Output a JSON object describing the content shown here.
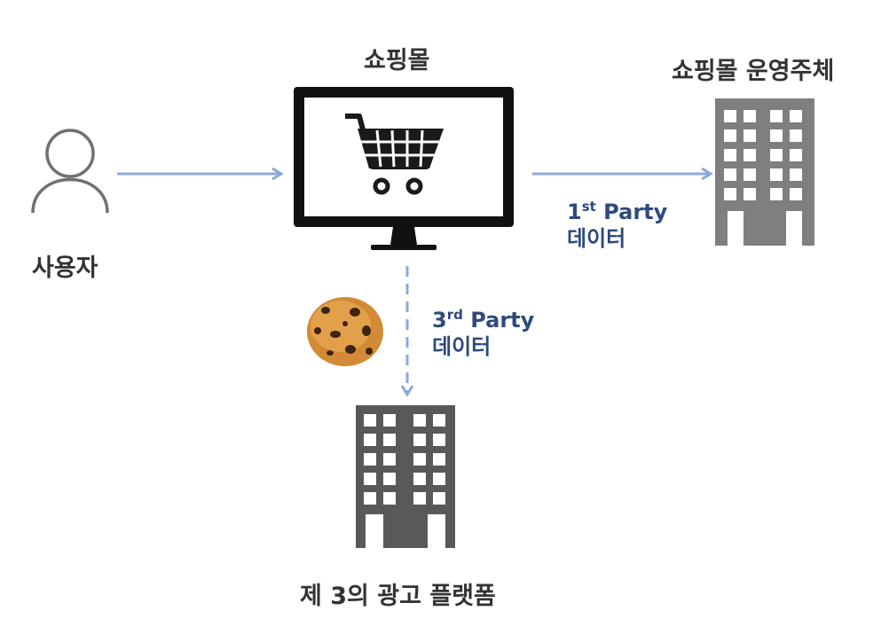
{
  "nodes": {
    "user": "사용자",
    "shop": "쇼핑몰",
    "operator": "쇼핑몰 운영주체",
    "ad_platform": "제 3의 광고 플랫폼"
  },
  "flows": {
    "first_party": {
      "num": "1",
      "sup": "st",
      "word": "Party",
      "line2": "데이터"
    },
    "third_party": {
      "num": "3",
      "sup": "rd",
      "word": "Party",
      "line2": "데이터"
    }
  },
  "colors": {
    "arrow": "#8ea8d8",
    "party_text": "#2e4a7d",
    "icon_gray": "#707070",
    "building_dark": "#595959",
    "label_text": "#333333"
  },
  "icons": [
    "user-icon",
    "monitor-icon",
    "shopping-cart-icon",
    "office-building-icon",
    "cookie-icon"
  ]
}
